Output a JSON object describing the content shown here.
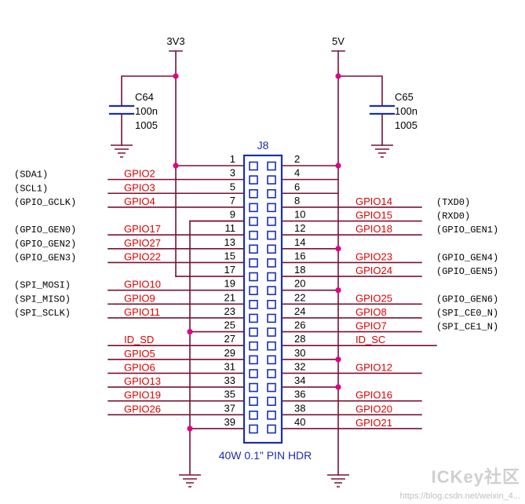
{
  "rails": {
    "left": {
      "label": "3V3"
    },
    "right": {
      "label": "5V"
    }
  },
  "capacitors": [
    {
      "ref": "C64",
      "value": "100n",
      "package": "1005"
    },
    {
      "ref": "C65",
      "value": "100n",
      "package": "1005"
    }
  ],
  "header": {
    "ref": "J8",
    "caption": "40W 0.1\" PIN HDR"
  },
  "left_pins": [
    {
      "num": "1",
      "net": "",
      "alt": ""
    },
    {
      "num": "3",
      "net": "GPIO2",
      "alt": "(SDA1)"
    },
    {
      "num": "5",
      "net": "GPIO3",
      "alt": "(SCL1)"
    },
    {
      "num": "7",
      "net": "GPIO4",
      "alt": "(GPIO_GCLK)"
    },
    {
      "num": "9",
      "net": "",
      "alt": ""
    },
    {
      "num": "11",
      "net": "GPIO17",
      "alt": "(GPIO_GEN0)"
    },
    {
      "num": "13",
      "net": "GPIO27",
      "alt": "(GPIO_GEN2)"
    },
    {
      "num": "15",
      "net": "GPIO22",
      "alt": "(GPIO_GEN3)"
    },
    {
      "num": "17",
      "net": "",
      "alt": ""
    },
    {
      "num": "19",
      "net": "GPIO10",
      "alt": "(SPI_MOSI)"
    },
    {
      "num": "21",
      "net": "GPIO9",
      "alt": "(SPI_MISO)"
    },
    {
      "num": "23",
      "net": "GPIO11",
      "alt": "(SPI_SCLK)"
    },
    {
      "num": "25",
      "net": "",
      "alt": ""
    },
    {
      "num": "27",
      "net": "ID_SD",
      "alt": ""
    },
    {
      "num": "29",
      "net": "GPIO5",
      "alt": ""
    },
    {
      "num": "31",
      "net": "GPIO6",
      "alt": ""
    },
    {
      "num": "33",
      "net": "GPIO13",
      "alt": ""
    },
    {
      "num": "35",
      "net": "GPIO19",
      "alt": ""
    },
    {
      "num": "37",
      "net": "GPIO26",
      "alt": ""
    },
    {
      "num": "39",
      "net": "",
      "alt": ""
    }
  ],
  "right_pins": [
    {
      "num": "2",
      "net": "",
      "alt": ""
    },
    {
      "num": "4",
      "net": "",
      "alt": ""
    },
    {
      "num": "6",
      "net": "",
      "alt": ""
    },
    {
      "num": "8",
      "net": "GPIO14",
      "alt": "(TXD0)"
    },
    {
      "num": "10",
      "net": "GPIO15",
      "alt": "(RXD0)"
    },
    {
      "num": "12",
      "net": "GPIO18",
      "alt": "(GPIO_GEN1)"
    },
    {
      "num": "14",
      "net": "",
      "alt": ""
    },
    {
      "num": "16",
      "net": "GPIO23",
      "alt": "(GPIO_GEN4)"
    },
    {
      "num": "18",
      "net": "GPIO24",
      "alt": "(GPIO_GEN5)"
    },
    {
      "num": "20",
      "net": "",
      "alt": ""
    },
    {
      "num": "22",
      "net": "GPIO25",
      "alt": "(GPIO_GEN6)"
    },
    {
      "num": "24",
      "net": "GPIO8",
      "alt": "(SPI_CE0_N)"
    },
    {
      "num": "26",
      "net": "GPIO7",
      "alt": "(SPI_CE1_N)"
    },
    {
      "num": "28",
      "net": "ID_SC",
      "alt": ""
    },
    {
      "num": "30",
      "net": "",
      "alt": ""
    },
    {
      "num": "32",
      "net": "GPIO12",
      "alt": ""
    },
    {
      "num": "34",
      "net": "",
      "alt": ""
    },
    {
      "num": "36",
      "net": "GPIO16",
      "alt": ""
    },
    {
      "num": "38",
      "net": "GPIO20",
      "alt": ""
    },
    {
      "num": "40",
      "net": "GPIO21",
      "alt": ""
    }
  ],
  "watermark": {
    "url": "https://blog.csdn.net/weixin_4...",
    "brand": "ICKey社区"
  },
  "colors": {
    "wire": "#7a1030",
    "net_label": "#e00000",
    "component": "#1a2fb0",
    "junction": "#e0008a",
    "text": "#000000"
  }
}
